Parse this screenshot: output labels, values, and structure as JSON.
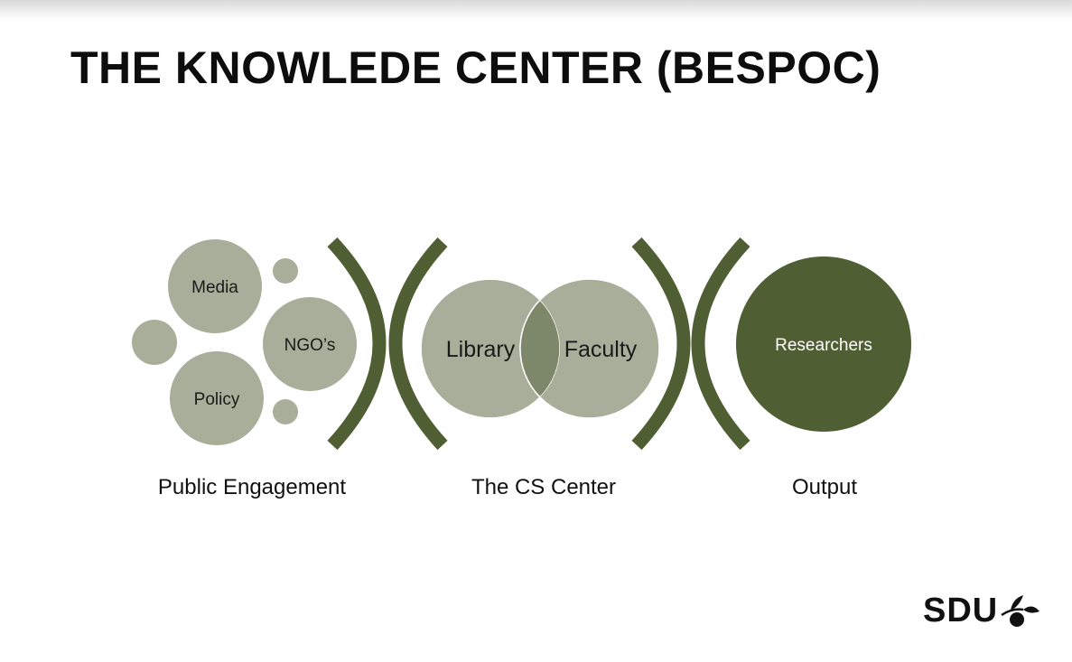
{
  "title": "THE KNOWLEDE CENTER (BESPOC)",
  "diagram": {
    "public_engagement": {
      "label": "Public Engagement",
      "items": [
        "Media",
        "NGO’s",
        "Policy"
      ]
    },
    "cs_center": {
      "label": "The CS Center",
      "items": [
        "Library",
        "Faculty"
      ]
    },
    "output": {
      "label": "Output",
      "items": [
        "Researchers"
      ]
    }
  },
  "logo": {
    "text": "SDU"
  },
  "colors": {
    "light": "#a8ae99",
    "dark": "#4f5e33",
    "overlap": "#7d876a"
  }
}
